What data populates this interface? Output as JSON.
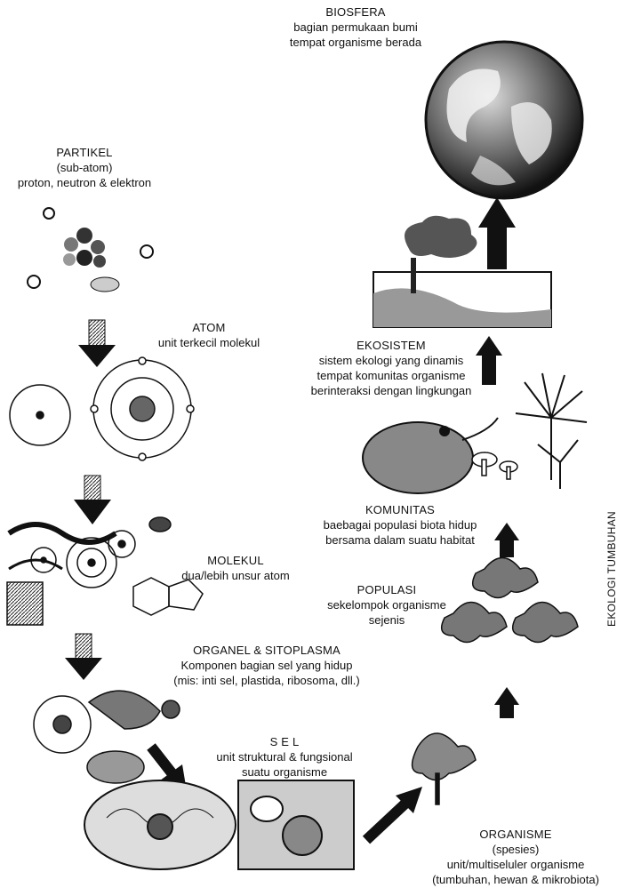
{
  "side_title": "EKOLOGI TUMBUHAN",
  "labels": {
    "biosfera": {
      "title": "BIOSFERA",
      "line1": "bagian permukaan bumi",
      "line2": "tempat organisme berada"
    },
    "partikel": {
      "title": "PARTIKEL",
      "line1": "(sub-atom)",
      "line2": "proton, neutron & elektron"
    },
    "atom": {
      "title": "ATOM",
      "line1": "unit terkecil molekul"
    },
    "ekosistem": {
      "title": "EKOSISTEM",
      "line1": "sistem ekologi yang dinamis",
      "line2": "tempat komunitas organisme",
      "line3": "berinteraksi dengan lingkungan"
    },
    "komunitas": {
      "title": "KOMUNITAS",
      "line1": "baebagai populasi biota hidup",
      "line2": "bersama dalam suatu habitat"
    },
    "molekul": {
      "title": "MOLEKUL",
      "line1": "dua/lebih unsur atom"
    },
    "populasi": {
      "title": "POPULASI",
      "line1": "sekelompok organisme",
      "line2": "sejenis"
    },
    "organel": {
      "title": "ORGANEL & SITOPLASMA",
      "line1": "Komponen bagian sel yang hidup",
      "line2": "(mis: inti sel, plastida, ribosoma, dll.)"
    },
    "sel": {
      "title": "S E L",
      "line1": "unit struktural & fungsional",
      "line2": "suatu organisme"
    },
    "organisme": {
      "title": "ORGANISME",
      "line1": "(spesies)",
      "line2": "unit/multiseluler organisme",
      "line3": "(tumbuhan, hewan & mikrobiota)"
    }
  }
}
